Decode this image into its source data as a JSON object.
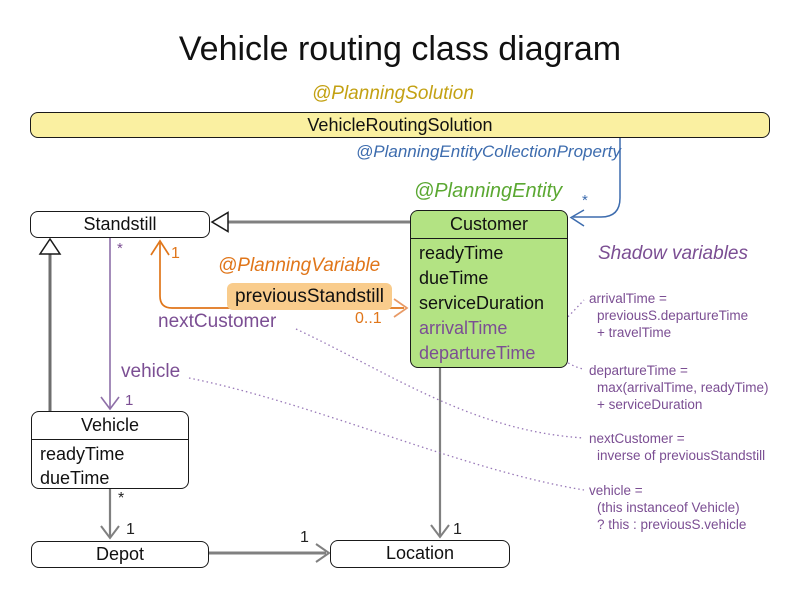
{
  "title": "Vehicle routing class diagram",
  "annotations": {
    "planning_solution": "@PlanningSolution",
    "planning_entity_collection_property": "@PlanningEntityCollectionProperty",
    "planning_entity": "@PlanningEntity",
    "planning_variable": "@PlanningVariable"
  },
  "classes": {
    "solution": {
      "name": "VehicleRoutingSolution"
    },
    "standstill": {
      "name": "Standstill"
    },
    "customer": {
      "name": "Customer",
      "attributes": [
        "readyTime",
        "dueTime",
        "serviceDuration"
      ],
      "shadow_attributes": [
        "arrivalTime",
        "departureTime"
      ]
    },
    "vehicle": {
      "name": "Vehicle",
      "attributes": [
        "readyTime",
        "dueTime"
      ]
    },
    "depot": {
      "name": "Depot"
    },
    "location": {
      "name": "Location"
    }
  },
  "labels": {
    "previous_standstill": "previousStandstill",
    "next_customer": "nextCustomer",
    "vehicle": "vehicle",
    "shadow_header": "Shadow variables"
  },
  "multiplicities": {
    "solution_to_customer": "*",
    "standstill_side_star": "*",
    "previous_standstill_one": "1",
    "previous_standstill_zero_one": "0..1",
    "vehicle_assoc_one": "1",
    "vehicle_to_depot_star": "*",
    "vehicle_to_depot_one": "1",
    "depot_to_location_one": "1",
    "customer_to_location_one": "1"
  },
  "shadow_notes": [
    {
      "head": "arrivalTime =",
      "lines": [
        "previousS.departureTime",
        "+ travelTime"
      ]
    },
    {
      "head": "departureTime =",
      "lines": [
        "max(arrivalTime, readyTime)",
        "+ serviceDuration"
      ]
    },
    {
      "head": "nextCustomer =",
      "lines": [
        "inverse of previousStandstill"
      ]
    },
    {
      "head": "vehicle =",
      "lines": [
        "(this instanceof Vehicle)",
        "? this : previousS.vehicle"
      ]
    }
  ],
  "colors": {
    "solution_fill": "#FAF0A1",
    "entity_fill": "#B3E383",
    "highlight_fill": "#F9CC8C",
    "gold": "#C3A113",
    "blue": "#3D6CAE",
    "green": "#5BA832",
    "orange": "#E0761A",
    "purple": "#7B4E93",
    "line_gray": "#808080"
  }
}
